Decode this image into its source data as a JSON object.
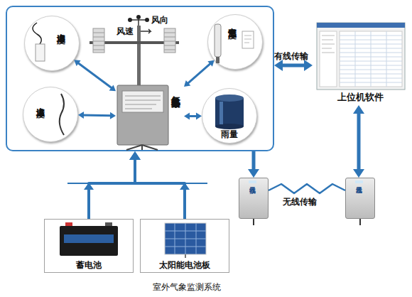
{
  "diagram": {
    "caption": "室外气象监测系统",
    "nodes": [
      {
        "text": []
      },
      {
        "text": [
          "土壤湿度"
        ],
        "in": 0
      },
      {
        "text": [
          "空气温湿度"
        ],
        "in": 0
      },
      {
        "text": [
          "气象站采集器"
        ],
        "in": 0
      },
      {
        "text": [
          "土壤温度"
        ],
        "in": 0
      },
      {
        "text": [
          "雨量"
        ],
        "in": 0
      },
      {
        "text": [
          "上位机软件"
        ]
      },
      {
        "text": [
          "无线接收器"
        ]
      },
      {
        "text": [
          "无线发送器"
        ]
      },
      {
        "text": [
          "蓄电池"
        ]
      },
      {
        "text": [
          "太阳能电池板"
        ]
      }
    ],
    "edges": [
      {
        "from": 1,
        "to": 3,
        "arrow": "both"
      },
      {
        "from": 2,
        "to": 3,
        "arrow": "both"
      },
      {
        "from": 4,
        "to": 3,
        "arrow": "both"
      },
      {
        "from": 5,
        "to": 3,
        "arrow": "both"
      },
      {
        "from": 0,
        "to": 6,
        "label": "有线传输",
        "arrow": "both"
      },
      {
        "from": 0,
        "to": 7,
        "arrow": "to"
      },
      {
        "from": 6,
        "to": 8,
        "arrow": "both"
      },
      {
        "from": 8,
        "to": 7,
        "label": "无线传输",
        "arrow": "none"
      },
      {
        "from": 9,
        "to": 0,
        "arrow": "to"
      },
      {
        "from": 10,
        "to": 0,
        "arrow": "to"
      }
    ],
    "labels": [
      "风速",
      "风向"
    ]
  }
}
